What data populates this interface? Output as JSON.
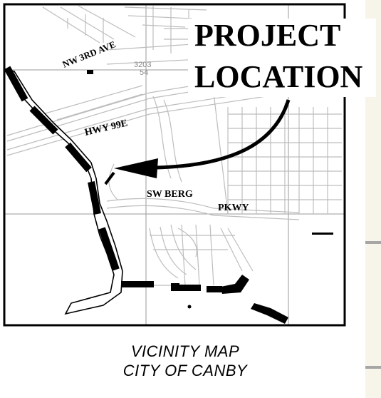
{
  "map": {
    "callout_line1": "PROJECT",
    "callout_line2": "LOCATION",
    "parcel_number_top": "3203",
    "parcel_number_bottom": "54",
    "street_labels": {
      "nw_3rd_ave": "NW 3RD AVE",
      "hwy_99e": "HWY 99E",
      "sw_berg": "SW BERG",
      "pkwy": "PKWY"
    }
  },
  "caption": {
    "title": "VICINITY MAP",
    "subtitle": "CITY OF CANBY"
  }
}
